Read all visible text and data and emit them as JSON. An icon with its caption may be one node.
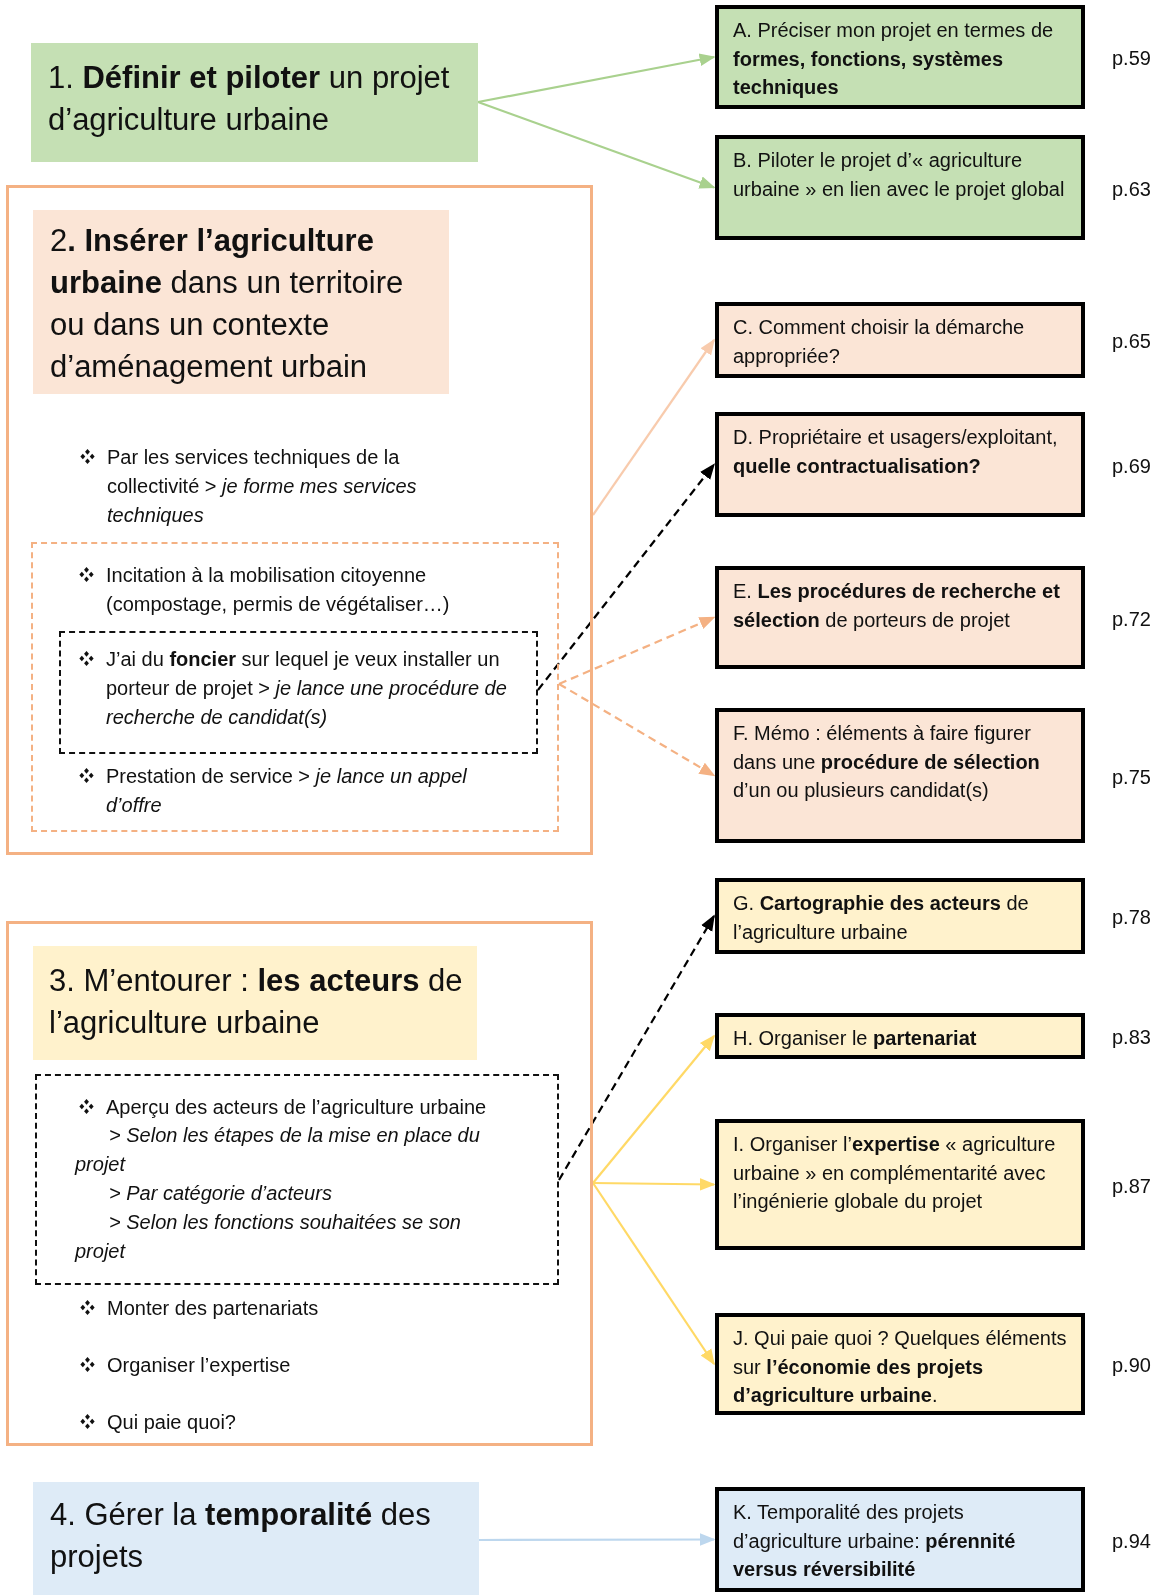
{
  "diagram": {
    "nodes": [
      {
        "text": [
          "1. **Définir et piloter** un projet d’agriculture urbaine"
        ]
      },
      {
        "text": [
          "Par les services techniques de la collectivité > *je forme mes services techniques*"
        ]
      },
      {
        "text": [
          "2**. Insérer l’agriculture urbaine** dans un territoire ou dans un contexte d’aménagement urbain"
        ],
        "in": 1
      },
      {
        "text": [
          "Incitation à la mobilisation citoyenne (compostage, permis de végétaliser…)",
          "Prestation de service > *je lance un appel d’offre*"
        ],
        "in": 1
      },
      {
        "text": [
          "J’ai du **foncier** sur lequel je veux installer un porteur de projet > *je lance une procédure de recherche de candidat(s)*"
        ],
        "in": 3
      },
      {
        "text": [
          "Monter des partenariats",
          "Organiser l’expertise",
          "Qui paie quoi?"
        ]
      },
      {
        "text": [
          "3. M’entourer : **les acteurs** de l’agriculture urbaine"
        ],
        "in": 5
      },
      {
        "text": [
          "Aperçu des acteurs de l’agriculture urbaine",
          "> Selon les étapes de la mise en place du projet",
          "> Par catégorie d’acteurs",
          "> Selon les fonctions souhaitées se son projet"
        ],
        "in": 5
      },
      {
        "text": [
          "4. Gérer la **temporalité** des projets"
        ]
      },
      {
        "text": [
          "A. Préciser mon projet en termes de **formes, fonctions, systèmes techniques**"
        ],
        "beside": [
          "p.59"
        ]
      },
      {
        "text": [
          "B. Piloter le projet d’« agriculture urbaine » en lien avec le projet global"
        ],
        "beside": [
          "p.63"
        ]
      },
      {
        "text": [
          "C. Comment choisir  la démarche appropriée?"
        ],
        "beside": [
          "p.65"
        ]
      },
      {
        "text": [
          "D. Propriétaire et usagers/exploitant, **quelle contractualisation?**"
        ],
        "beside": [
          "p.69"
        ]
      },
      {
        "text": [
          "E. **Les procédures de recherche et sélection** de porteurs de projet"
        ],
        "beside": [
          "p.72"
        ]
      },
      {
        "text": [
          "F. Mémo : éléments à faire figurer dans une **procédure de sélection** d’un ou plusieurs candidat(s)"
        ],
        "beside": [
          "p.75"
        ]
      },
      {
        "text": [
          "G. **Cartographie des acteurs** de l’agriculture urbaine"
        ],
        "beside": [
          "p.78"
        ]
      },
      {
        "text": [
          "H. Organiser le **partenariat**"
        ],
        "beside": [
          "p.83"
        ]
      },
      {
        "text": [
          "I. Organiser l’**expertise** « agriculture urbaine » en complémentarité avec l’ingénierie globale du projet"
        ],
        "beside": [
          "p.87"
        ]
      },
      {
        "text": [
          "J. Qui paie quoi ? Quelques éléments sur **l’économie des projets d’agriculture urbaine**."
        ],
        "beside": [
          "p.90"
        ]
      },
      {
        "text": [
          "K. Temporalité des projets d’agriculture urbaine: **pérennité versus réversibilité**"
        ],
        "beside": [
          "p.94"
        ]
      }
    ],
    "edges": [
      {
        "from": 0,
        "to": 9,
        "arrow": "to",
        "color": "#a9d18e"
      },
      {
        "from": 0,
        "to": 10,
        "arrow": "to",
        "color": "#a9d18e"
      },
      {
        "from": 1,
        "to": 11,
        "arrow": "to",
        "color": "#f8cbad"
      },
      {
        "from": 4,
        "to": 12,
        "arrow": "to",
        "style": "dashed",
        "color": "#000000"
      },
      {
        "from": 3,
        "to": 13,
        "arrow": "to",
        "style": "dashed",
        "color": "#f4b183"
      },
      {
        "from": 3,
        "to": 14,
        "arrow": "to",
        "style": "dashed",
        "color": "#f4b183"
      },
      {
        "from": 7,
        "to": 15,
        "arrow": "to",
        "style": "dashed",
        "color": "#000000"
      },
      {
        "from": 5,
        "to": 16,
        "arrow": "to",
        "color": "#ffd966"
      },
      {
        "from": 5,
        "to": 17,
        "arrow": "to",
        "color": "#ffd966"
      },
      {
        "from": 5,
        "to": 18,
        "arrow": "to",
        "color": "#ffd966"
      },
      {
        "from": 8,
        "to": 19,
        "arrow": "to",
        "color": "#bdd7ee"
      }
    ]
  }
}
